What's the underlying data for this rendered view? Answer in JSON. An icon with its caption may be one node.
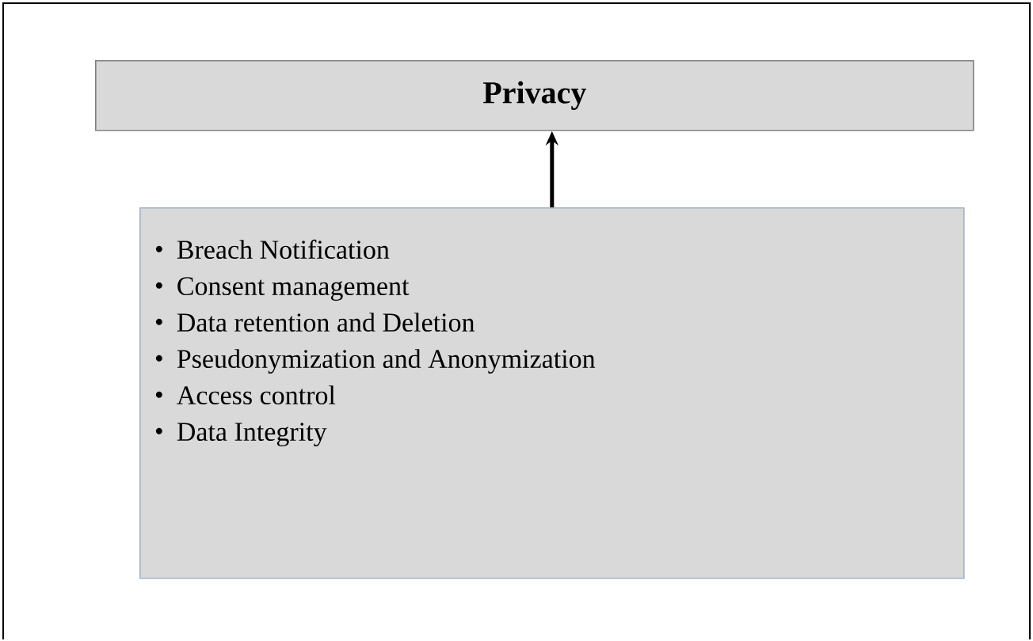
{
  "diagram": {
    "nodes": [
      {
        "text": [
          "Privacy"
        ]
      },
      {
        "text": [
          "Breach Notification",
          "Consent management",
          "Data retention and Deletion",
          "Pseudonymization and Anonymization",
          "Access control",
          "Data Integrity"
        ]
      }
    ],
    "edges": [
      {
        "from": 1,
        "to": 0,
        "arrow": "to"
      }
    ]
  }
}
